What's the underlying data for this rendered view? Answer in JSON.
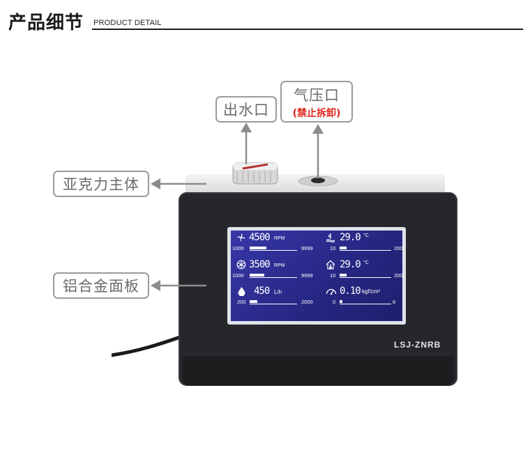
{
  "header": {
    "title": "产品细节",
    "subtitle": "PRODUCT DETAIL"
  },
  "callouts": {
    "outlet": "出水口",
    "pressure_port": "气压口",
    "pressure_warning": "(禁止拆卸)",
    "acrylic_body": "亚克力主体",
    "aluminum_panel": "铝合金面板"
  },
  "device": {
    "model": "LSJ-ZNRB"
  },
  "lcd": {
    "rows": [
      {
        "left": {
          "icon": "fan-icon",
          "value": "4500",
          "unit": "RPM",
          "min": "1000",
          "max": "9999",
          "fill": 0.36
        },
        "right": {
          "icon": "water-temp-icon",
          "value": "29.0",
          "unit": "°C",
          "min": "10",
          "max": "200",
          "fill": 0.14
        }
      },
      {
        "left": {
          "icon": "pump-icon",
          "value": "3500",
          "unit": "RPM",
          "min": "1000",
          "max": "9999",
          "fill": 0.31
        },
        "right": {
          "icon": "room-temp-icon",
          "value": "29.0",
          "unit": "°C",
          "min": "10",
          "max": "200",
          "fill": 0.14
        }
      },
      {
        "left": {
          "icon": "water-drop-icon",
          "value": "450",
          "unit": "L/h",
          "min": "200",
          "max": "2000",
          "fill": 0.16
        },
        "right": {
          "icon": "gauge-icon",
          "value": "0.10",
          "unit": "kgf/cm²",
          "min": "0",
          "max": "6",
          "fill": 0.06
        }
      }
    ]
  },
  "colors": {
    "lcd_background": "#2a2a8c",
    "warning": "#e0241b",
    "device_body": "#26272a"
  }
}
